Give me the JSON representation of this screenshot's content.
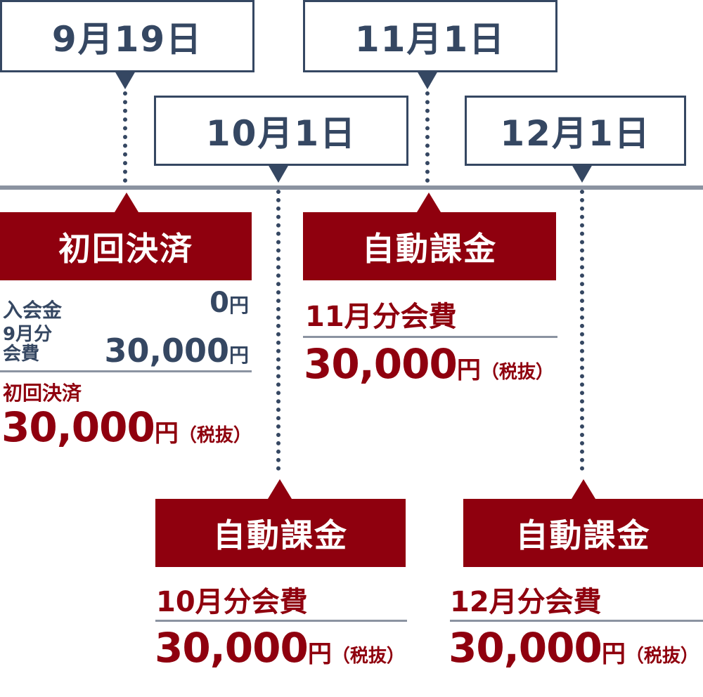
{
  "dates": {
    "d1": "9月19日",
    "d2": "10月1日",
    "d3": "11月1日",
    "d4": "12月1日"
  },
  "first_payment": {
    "heading": "初回決済",
    "admission_label": "入会金",
    "admission_amount": "0",
    "admission_unit": "円",
    "sep_fee_label_line1": "9月分",
    "sep_fee_label_line2": "会費",
    "sep_fee_amount": "30,000",
    "sep_fee_unit": "円",
    "total_label": "初回決済",
    "total_amount": "30,000",
    "total_unit": "円",
    "tax_note": "（税抜）"
  },
  "auto_billing_nov": {
    "heading": "自動課金",
    "period_label": "11月分会費",
    "amount": "30,000",
    "unit": "円",
    "tax_note": "（税抜）"
  },
  "auto_billing_oct": {
    "heading": "自動課金",
    "period_label": "10月分会費",
    "amount": "30,000",
    "unit": "円",
    "tax_note": "（税抜）"
  },
  "auto_billing_dec": {
    "heading": "自動課金",
    "period_label": "12月分会費",
    "amount": "30,000",
    "unit": "円",
    "tax_note": "（税抜）"
  },
  "colors": {
    "navy": "#354762",
    "red": "#8f000e",
    "timeline_gray": "#8b93a1"
  }
}
